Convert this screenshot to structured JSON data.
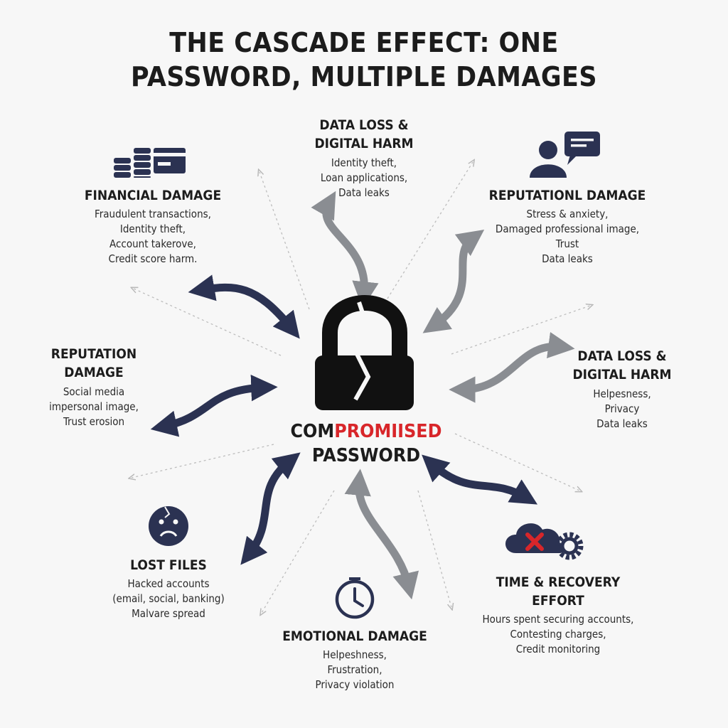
{
  "title": {
    "line1": "THE CASCADE EFFECT: ONE",
    "line2": "PASSWORD, MULTIPLE DAMAGES"
  },
  "center": {
    "label_part1": "COM",
    "label_part2": "PROMIISED",
    "label_line2": "PASSWORD",
    "icon": "broken-padlock-icon"
  },
  "colors": {
    "navy": "#2b3252",
    "gray_arrow": "#8a8d92",
    "red": "#d8262a",
    "text": "#1c1c1c"
  },
  "blocks": {
    "top_data_loss": {
      "heading_lines": [
        "DATA LOSS &",
        "DIGITAL HARM"
      ],
      "items": [
        "Identity theft,",
        "Loan applications,",
        "Data leaks"
      ]
    },
    "financial": {
      "icon": "coins-and-card-icon",
      "heading_lines": [
        "FINANCIAL DAMAGE"
      ],
      "items": [
        "Fraudulent transactions,",
        "Identity theft,",
        "Account takerove,",
        "Credit score harm."
      ]
    },
    "reputational_right": {
      "icon": "person-speech-bubble-icon",
      "heading_lines": [
        "REPUTATIONL DAMAGE"
      ],
      "items": [
        "Stress & anxiety,",
        "Damaged professional image,",
        "Trust",
        "Data leaks"
      ]
    },
    "reputation_left": {
      "heading_lines": [
        "REPUTATION",
        "DAMAGE"
      ],
      "items": [
        "Social media",
        "impersonal image,",
        "Trust erosion"
      ]
    },
    "right_data_loss": {
      "heading_lines": [
        "DATA LOSS &",
        "DIGITAL HARM"
      ],
      "items": [
        "Helpesness,",
        "Privacy",
        "Data leaks"
      ]
    },
    "lost_files": {
      "icon": "sad-face-icon",
      "heading_lines": [
        "LOST FILES"
      ],
      "items": [
        "Hacked accounts",
        "(email, social, banking)",
        "Malvare spread"
      ]
    },
    "time_recovery": {
      "icon": "cloud-error-gear-icon",
      "heading_lines": [
        "TIME & RECOVERY EFFORT"
      ],
      "items": [
        "Hours spent securing accounts,",
        "Contesting charges,",
        "Credit monitoring"
      ]
    },
    "emotional": {
      "icon": "clock-icon",
      "heading_lines": [
        "EMOTIONAL DAMAGE"
      ],
      "items": [
        "Helpeshness,",
        "Frustration,",
        "Privacy violation"
      ]
    }
  }
}
